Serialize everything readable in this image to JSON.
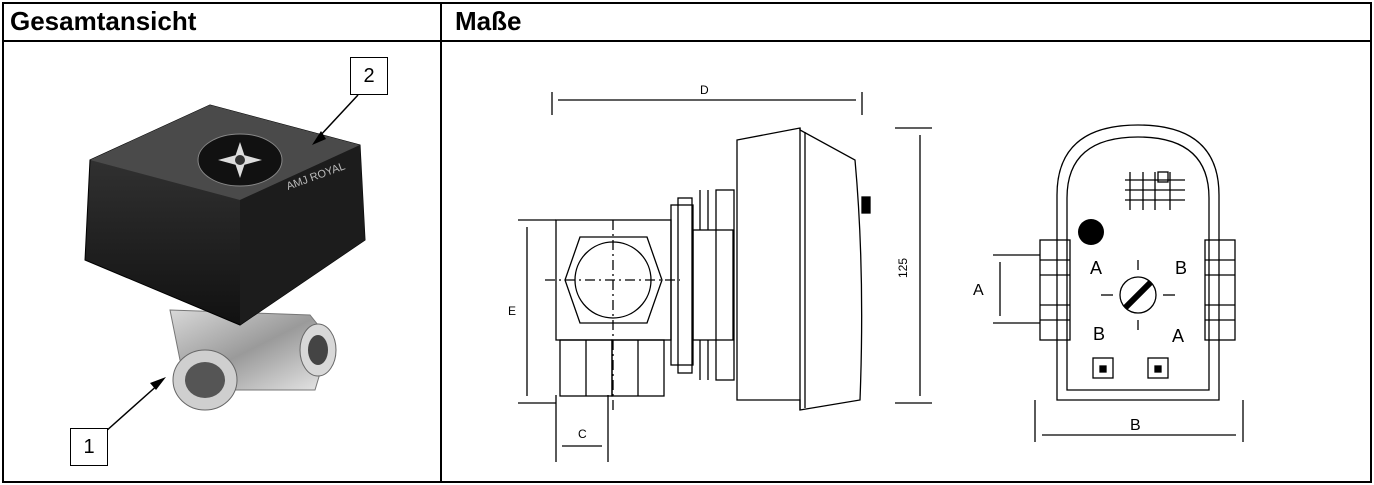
{
  "header": {
    "left_title": "Gesamtansicht",
    "right_title": "Maße"
  },
  "photo": {
    "callout_1": "1",
    "callout_2": "2"
  },
  "side_view": {
    "dim_d": "D",
    "dim_e": "E",
    "dim_c": "C",
    "dim_125": "125"
  },
  "front_view": {
    "dim_a": "A",
    "dim_b": "B",
    "port_a_upper": "A",
    "port_b_upper": "B",
    "port_b_lower": "B",
    "port_a_lower": "A"
  }
}
